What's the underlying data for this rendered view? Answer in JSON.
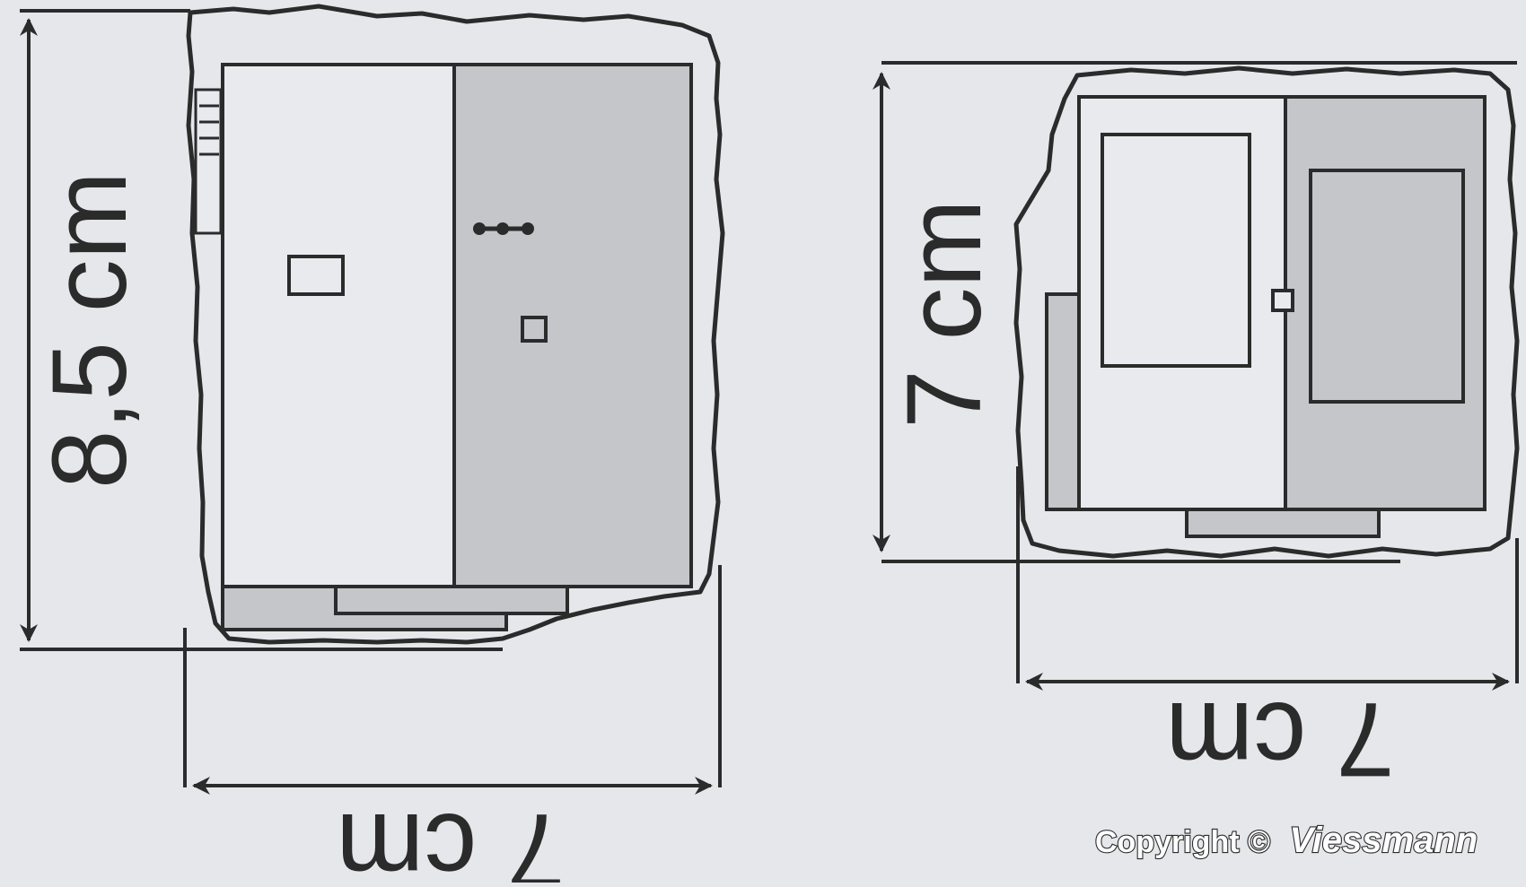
{
  "left_model": {
    "height_label": "8,5 cm",
    "width_label": "7 cm"
  },
  "right_model": {
    "height_label": "7 cm",
    "width_label": "7 cm"
  },
  "copyright": {
    "prefix": "Copyright ©",
    "brand": "Viessmann"
  },
  "colors": {
    "background": "#e6e7eb",
    "line": "#2b2b2b",
    "shade": "#c4c6c9",
    "light_panel": "#e9eaed"
  }
}
